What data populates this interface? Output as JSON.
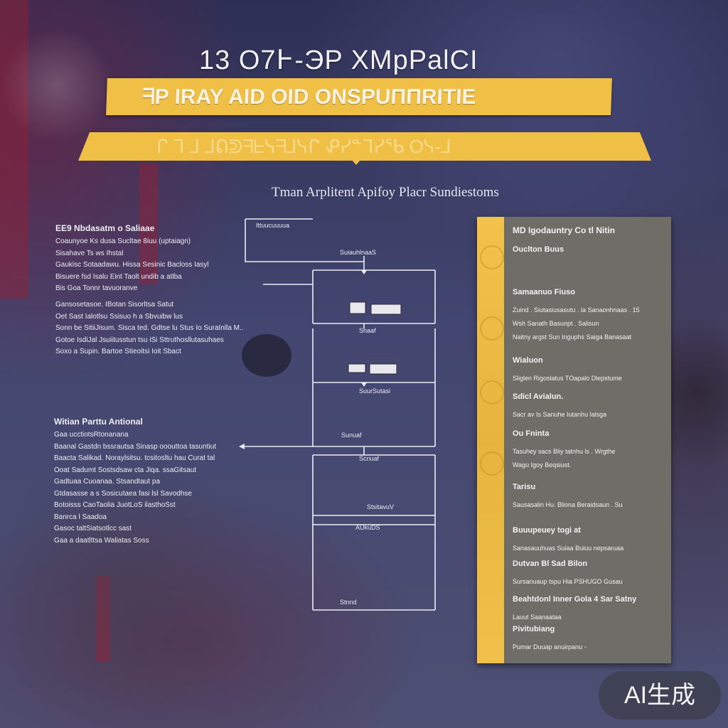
{
  "header": {
    "title": "13 O7Ͱ-ЭP XMpPalCI",
    "banner_primary": "ᖷP IRAY AID OID ONSPUΠΠRITIE",
    "banner_secondary": "ᒋ ᒣ ⅃ ⅃ᕠᕲᖷᖶᓭᖷ⅃ᓭᒋ ᕵᓯᓐᒣᓯᖃ Oᓭ-⅃",
    "subtitle": "Tman Arplitent  Apifoy Placr Sundiestoms"
  },
  "left_blocks": [
    {
      "head": "EE9 Nbdasatm o Saliaae",
      "lines": [
        "Coaunyoe Ks dusa Sucltae 8iuu (uptaiagn)",
        "Sisahave Ts ws Ihstal",
        "Gaukisc Sotaadawu. Hissa Sesinic Bacloss Iasyl",
        "Bisuere fsd Isalu Eint Taolt undib a atlba",
        "Bis Goa Tonnr tavuoranve"
      ]
    },
    {
      "head": "",
      "lines": [
        "Gansosetasoe. IBotan Sisorltsa Satut",
        "Oet Sast Ialotlsu Ssisuo h a Sbvuibw lus",
        "Sonn be SitiiJisum. Sisca ted. Gdtse lu Stus Io SuraInlla M..",
        "Gotoe IsdiJal Jsuiitusstun tsu iSi Sttruthosllutasuhaes",
        "Soxo a Supin. Bartoe Stieoitsi Ioit Sbact"
      ]
    },
    {
      "head": "Witian   Parttu Antional",
      "lines": [
        "Gaa ucctiotsRtonanana",
        "Baanal Gastdn bssrautsa Sinasp ooouttoa tasuntiut",
        "Baacta Salikad. Noraylsitsu. tcsitosltu hau Curat tal",
        "Ooat Sadumt Sostsdsaw cta Jiqa. ssaGitsaut",
        "Gadtuaa Cuoanaa. Stsandtaut pa",
        "Gtdasasse a s Sosicutaea fasi lsl Savodhse",
        "Botoisss CaoTaolia JuotLoS ilasthoSst",
        "Banrca l Saadoa",
        "Gasoc taltSiatsotlcc sast",
        "Gaa a daatlttsa Waliatas Soss"
      ]
    }
  ],
  "flowchart": {
    "labels": [
      "Ittuucuuuua",
      "SuiauhlnaaS",
      "Shaaf",
      "SuurSutasi",
      "Sunuaf",
      "Scnuaf",
      "StsitavuV",
      "AUkuDS",
      "Stnnd"
    ]
  },
  "panel": {
    "title": "MD Igodauntry Co tl Nitin",
    "sections": [
      {
        "head": "Ouclton Buus",
        "lines": []
      },
      {
        "head": "Samaanuo Fiuso",
        "lines": [
          "Zuind . Siutasiusasutu . la Sanaonhnaas . 15",
          "Wsh Sanath Basunpt . Salisun",
          "Naitny argst Sun Inguphs Saiga Banasaat"
        ]
      },
      {
        "head": "Wialuon",
        "lines": [
          "Sliglen Rigoslatus TOapalo Dlepstume"
        ]
      },
      {
        "head": "Sdicl Avialun.",
        "lines": [
          "Sacr av Is Sanuhe Iutanhu lalsga"
        ]
      },
      {
        "head": "Ou Fninta",
        "lines": [
          "Tasuhey sacs Bliy tatnhu ls . Wrgthe",
          "Wagu Igoy Beqsiust."
        ]
      },
      {
        "head": "Tarisu",
        "lines": [
          "Sausasalin Hu. Bliona Beraidsaun . Su"
        ]
      },
      {
        "head": "Buuupeuey togi at",
        "lines": [
          "Sanasauuhuas Suiaa Buiuu nepsaruaa"
        ]
      },
      {
        "head": "Dutvan Bl Sad Bilon",
        "lines": [
          "Sursanuaup tspu Hia PSHUGO Gusau"
        ]
      },
      {
        "head": "Beahtdonl Inner Gola 4 Sar Satny",
        "lines": [
          "Lauut Saanaataa"
        ]
      },
      {
        "head": "Pivitubiang",
        "lines": [
          "Pumar Duuap anuirpanu -"
        ]
      }
    ]
  },
  "badge": {
    "text": "AI生成"
  }
}
